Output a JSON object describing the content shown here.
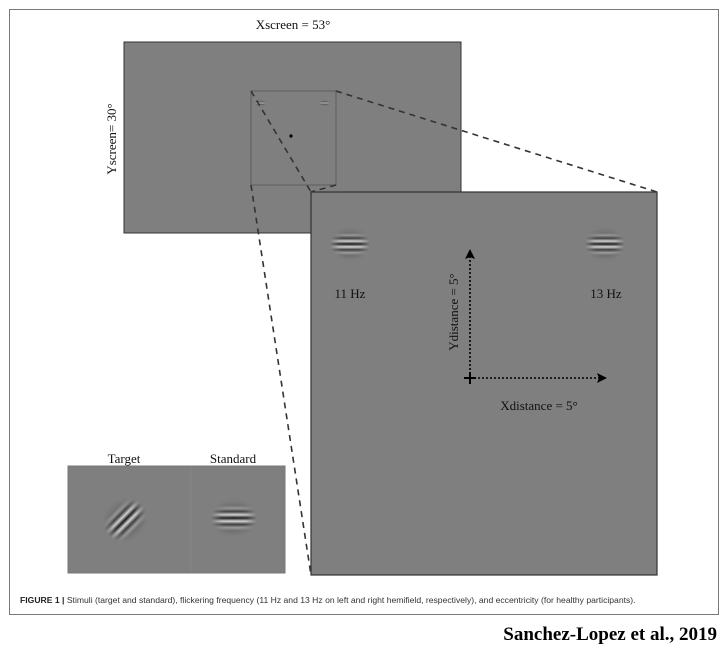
{
  "figure": {
    "screen_width_label": "Xscreen = 53°",
    "screen_height_label": "Yscreen= 30°",
    "left_stimulus_label": "11 Hz",
    "right_stimulus_label": "13 Hz",
    "x_distance_label": "Xdistance = 5°",
    "y_distance_label": "Ydistance = 5°",
    "target_label": "Target",
    "standard_label": "Standard",
    "caption_label": "FIGURE 1 |",
    "caption_text": " Stimuli (target and standard), flickering frequency (11 Hz and 13 Hz on left and right hemifield, respectively), and eccentricity (for healthy participants).",
    "citation": "Sanchez-Lopez et al., 2019"
  },
  "colors": {
    "panel_gray": "#7f7f7f",
    "panel_border": "#333333",
    "dashed_line": "#333333",
    "arrow": "#000000"
  },
  "icons": {
    "fixation": "fixation-dot",
    "origin": "plus-cross-icon"
  }
}
